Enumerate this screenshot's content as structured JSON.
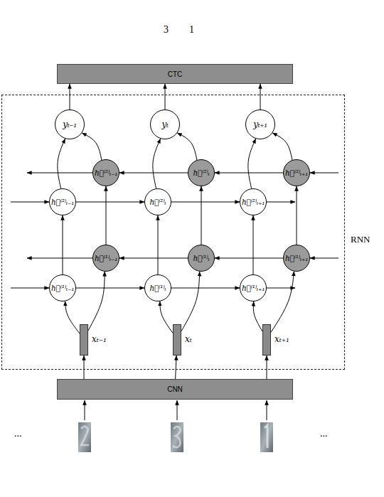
{
  "diagram": {
    "nodes": [
      {
        "text": [
          "CTC"
        ]
      },
      {
        "text": [
          "RNN"
        ]
      },
      {
        "text": [
          "yₜ₋₁"
        ],
        "in": 1
      },
      {
        "text": [
          "yₜ"
        ],
        "in": 1
      },
      {
        "text": [
          "yₜ₊₁"
        ],
        "in": 1
      },
      {
        "text": [
          "h⃖⁽²⁾ₜ₋₁"
        ],
        "in": 1
      },
      {
        "text": [
          "h⃖⁽²⁾ₜ"
        ],
        "in": 1
      },
      {
        "text": [
          "h⃖⁽²⁾ₜ₊₁"
        ],
        "in": 1
      },
      {
        "text": [
          "h⃗⁽²⁾ₜ₋₁"
        ],
        "in": 1
      },
      {
        "text": [
          "h⃗⁽²⁾ₜ"
        ],
        "in": 1
      },
      {
        "text": [
          "h⃗⁽²⁾ₜ₊₁"
        ],
        "in": 1
      },
      {
        "text": [
          "h⃖⁽¹⁾ₜ₋₁"
        ],
        "in": 1
      },
      {
        "text": [
          "h⃖⁽¹⁾ₜ"
        ],
        "in": 1
      },
      {
        "text": [
          "h⃖⁽¹⁾ₜ₊₁"
        ],
        "in": 1
      },
      {
        "text": [
          "h⃗⁽¹⁾ₜ₋₁"
        ],
        "in": 1
      },
      {
        "text": [
          "h⃗⁽¹⁾ₜ"
        ],
        "in": 1
      },
      {
        "text": [
          "h⃗⁽¹⁾ₜ₊₁"
        ],
        "in": 1
      },
      {
        "text": [
          "xₜ₋₁"
        ],
        "in": 1
      },
      {
        "text": [
          "xₜ"
        ],
        "in": 1
      },
      {
        "text": [
          "xₜ₊₁"
        ],
        "in": 1
      },
      {
        "text": [
          "CNN"
        ]
      }
    ],
    "edges": [
      {
        "from": 2,
        "to": 0,
        "arrow": "to"
      },
      {
        "from": 3,
        "to": 0,
        "arrow": "to"
      },
      {
        "from": 4,
        "to": 0,
        "arrow": "to"
      },
      {
        "from": 8,
        "to": 2,
        "arrow": "to"
      },
      {
        "from": 9,
        "to": 3,
        "arrow": "to"
      },
      {
        "from": 10,
        "to": 4,
        "arrow": "to"
      },
      {
        "from": 5,
        "to": 2,
        "arrow": "to"
      },
      {
        "from": 6,
        "to": 3,
        "arrow": "to"
      },
      {
        "from": 7,
        "to": 4,
        "arrow": "to"
      },
      {
        "from": 8,
        "to": 9,
        "arrow": "to"
      },
      {
        "from": 9,
        "to": 10,
        "arrow": "to"
      },
      {
        "from": 7,
        "to": 6,
        "arrow": "to"
      },
      {
        "from": 6,
        "to": 5,
        "arrow": "to"
      },
      {
        "from": 14,
        "to": 8,
        "arrow": "to"
      },
      {
        "from": 15,
        "to": 9,
        "arrow": "to"
      },
      {
        "from": 16,
        "to": 10,
        "arrow": "to"
      },
      {
        "from": 11,
        "to": 5,
        "arrow": "to"
      },
      {
        "from": 12,
        "to": 6,
        "arrow": "to"
      },
      {
        "from": 13,
        "to": 7,
        "arrow": "to"
      },
      {
        "from": 14,
        "to": 15,
        "arrow": "to"
      },
      {
        "from": 15,
        "to": 16,
        "arrow": "to"
      },
      {
        "from": 13,
        "to": 12,
        "arrow": "to"
      },
      {
        "from": 12,
        "to": 11,
        "arrow": "to"
      },
      {
        "from": 17,
        "to": 14,
        "arrow": "to"
      },
      {
        "from": 18,
        "to": 15,
        "arrow": "to"
      },
      {
        "from": 19,
        "to": 16,
        "arrow": "to"
      },
      {
        "from": 17,
        "to": 11,
        "arrow": "to"
      },
      {
        "from": 18,
        "to": 12,
        "arrow": "to"
      },
      {
        "from": 19,
        "to": 13,
        "arrow": "to"
      },
      {
        "from": 20,
        "to": 17,
        "arrow": "to"
      },
      {
        "from": 20,
        "to": 18,
        "arrow": "to"
      },
      {
        "from": 20,
        "to": 19,
        "arrow": "to"
      }
    ],
    "labels": [
      "3",
      "1",
      "...",
      "..."
    ]
  }
}
